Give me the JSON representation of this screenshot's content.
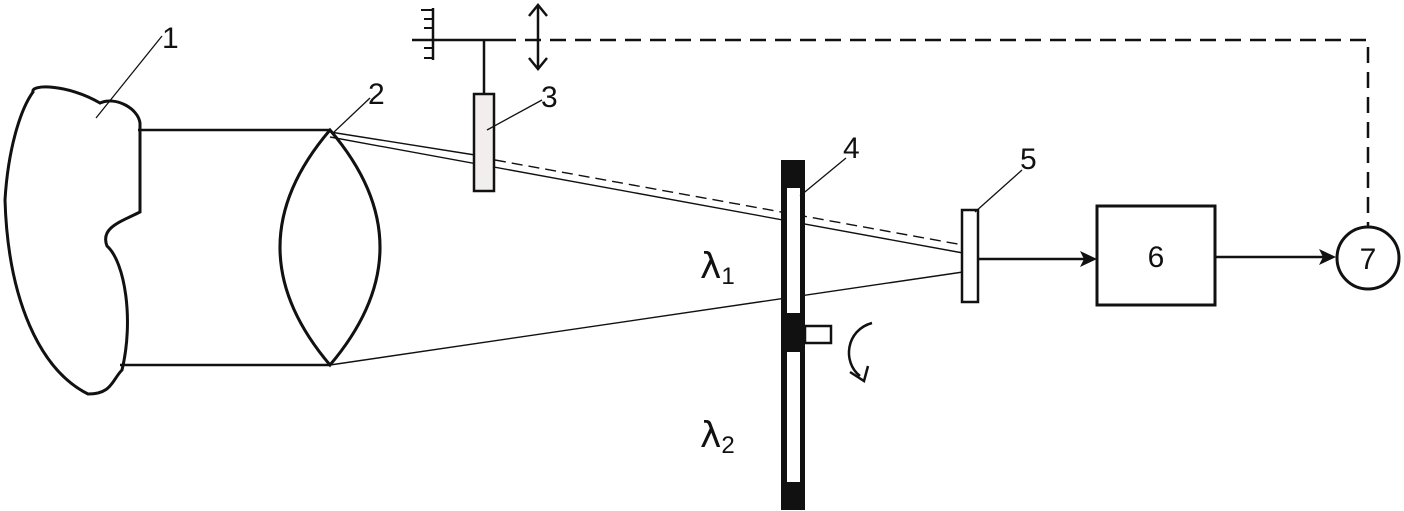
{
  "labels": {
    "object": "1",
    "lens": "2",
    "reference_element": "3",
    "modulator_disk": "4",
    "detector": "5",
    "processing_unit": "6",
    "indicator": "7"
  },
  "wavelengths": {
    "first": {
      "symbol": "λ",
      "subscript": "1"
    },
    "second": {
      "symbol": "λ",
      "subscript": "2"
    }
  },
  "colors": {
    "stroke": "#111111",
    "reference_fill": "#f2eeee"
  }
}
